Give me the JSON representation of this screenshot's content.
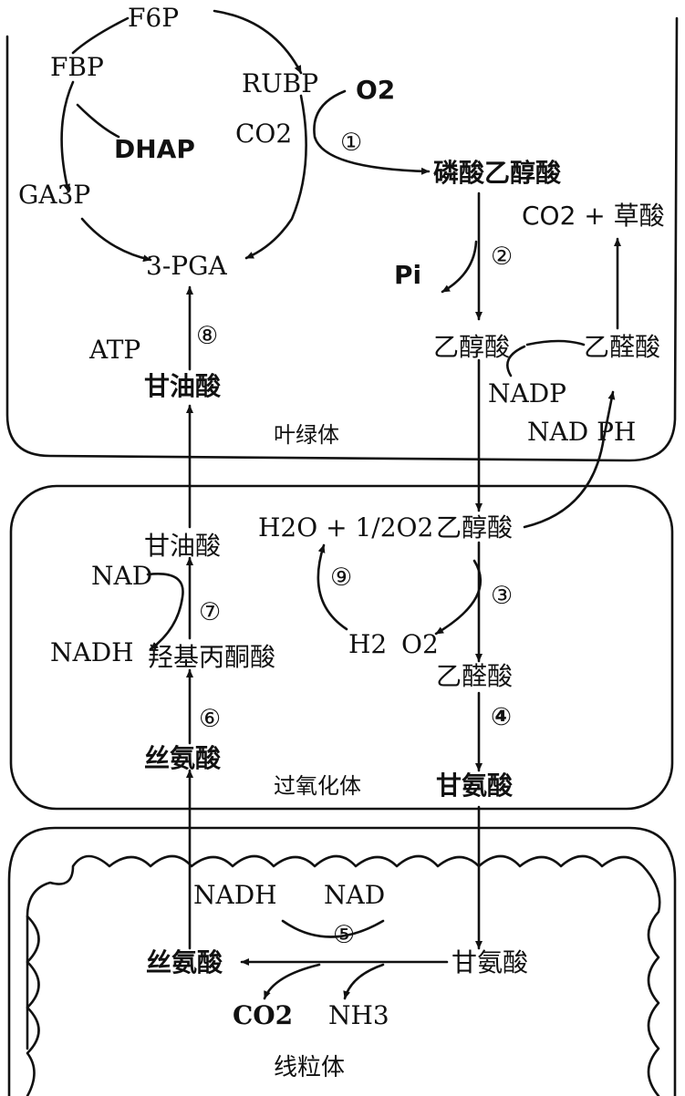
{
  "compartments": {
    "chloroplast": "叶绿体",
    "peroxisome": "过氧化体",
    "mitochondrion": "线粒体"
  },
  "calvin_cycle": {
    "f6p": "F6P",
    "fbp": "FBP",
    "dhap": "DHAP",
    "ga3p": "GA3P",
    "pga": "3-PGA",
    "rubp": "RUBP",
    "co2": "CO2"
  },
  "chloroplast_labels": {
    "o2": "O2",
    "phosphoglycolate": "磷酸乙醇酸",
    "pi": "Pi",
    "glycolate": "乙醇酸",
    "glyoxylate": "乙醛酸",
    "co2_oxalate": "CO2 + 草酸",
    "nadp": "NADP",
    "nadph": "NAD PH",
    "atp": "ATP",
    "glycerate": "甘油酸"
  },
  "peroxisome_labels": {
    "glycerate": "甘油酸",
    "h2o_o2": "H2O + 1/2O2",
    "glycolate": "乙醇酸",
    "nad": "NAD",
    "nadh": "NADH",
    "hydroxypyruvate": "羟基丙酮酸",
    "h2": "H2",
    "o2": "O2",
    "glyoxylate": "乙醛酸",
    "serine": "丝氨酸",
    "glycine": "甘氨酸"
  },
  "mitochondrion_labels": {
    "nadh": "NADH",
    "nad": "NAD",
    "serine": "丝氨酸",
    "glycine": "甘氨酸",
    "co2": "CO2",
    "nh3": "NH3"
  },
  "steps": [
    "①",
    "②",
    "③",
    "④",
    "⑤",
    "⑥",
    "⑦",
    "⑧",
    "⑨"
  ]
}
